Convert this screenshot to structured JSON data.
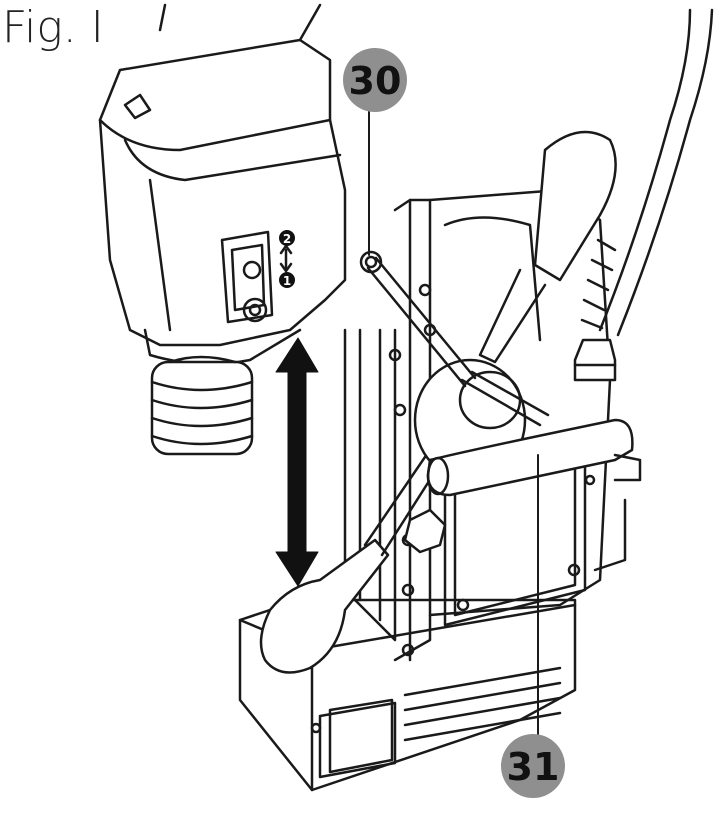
{
  "figure": {
    "title": "Fig. I"
  },
  "callouts": [
    {
      "label": "30"
    },
    {
      "label": "31"
    }
  ],
  "switch_marks": {
    "top": "2",
    "bottom": "1"
  },
  "colors": {
    "line": "#1a1a1a",
    "callout_fill": "#8f8f8f",
    "arrow": "#111111"
  }
}
